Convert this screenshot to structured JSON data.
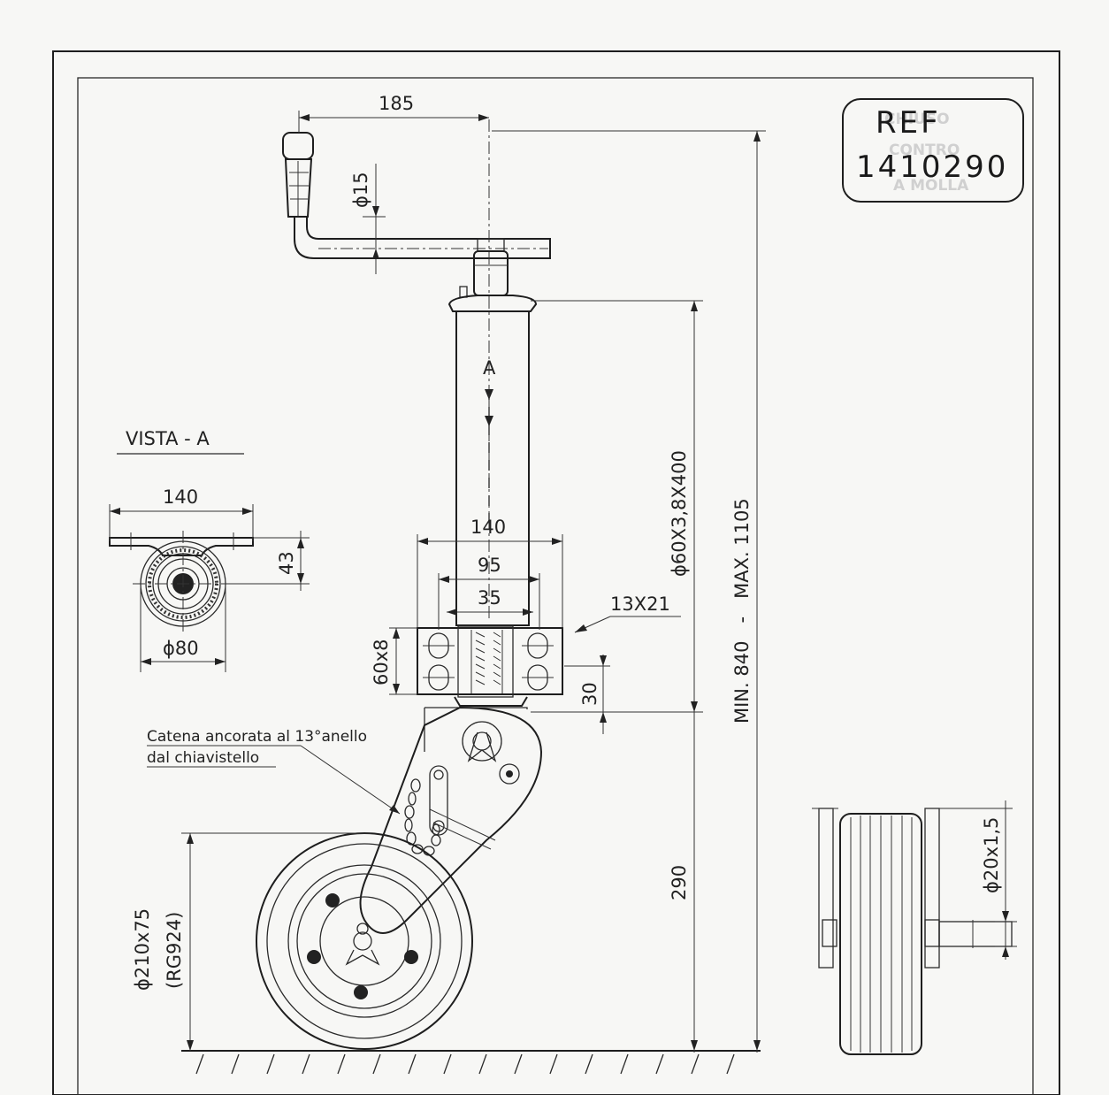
{
  "reference_box": {
    "line1": "REF",
    "line2": "1410290"
  },
  "view_label": "VISTA - A",
  "section_arrow_label": "A",
  "dimensions": {
    "handle_length": "185",
    "handle_diameter": "ϕ15",
    "tube": "ϕ60X3,8X400",
    "height_range": "MIN. 840   -   MAX. 1105",
    "plate_width": "140",
    "hole_spacing": "95",
    "inner_spacing": "35",
    "slot": "13X21",
    "plate_height": "60x8",
    "clamp_offset": "30",
    "axle_height": "290",
    "wheel": "ϕ210x75",
    "wheel_code": "(RG924)",
    "axle": "ϕ20x1,5",
    "view_plate_width": "140",
    "view_height": "43",
    "view_diameter": "ϕ80"
  },
  "chain_note": {
    "line1": "Catena ancorata al 13°anello",
    "line2": "dal chiavistello"
  }
}
